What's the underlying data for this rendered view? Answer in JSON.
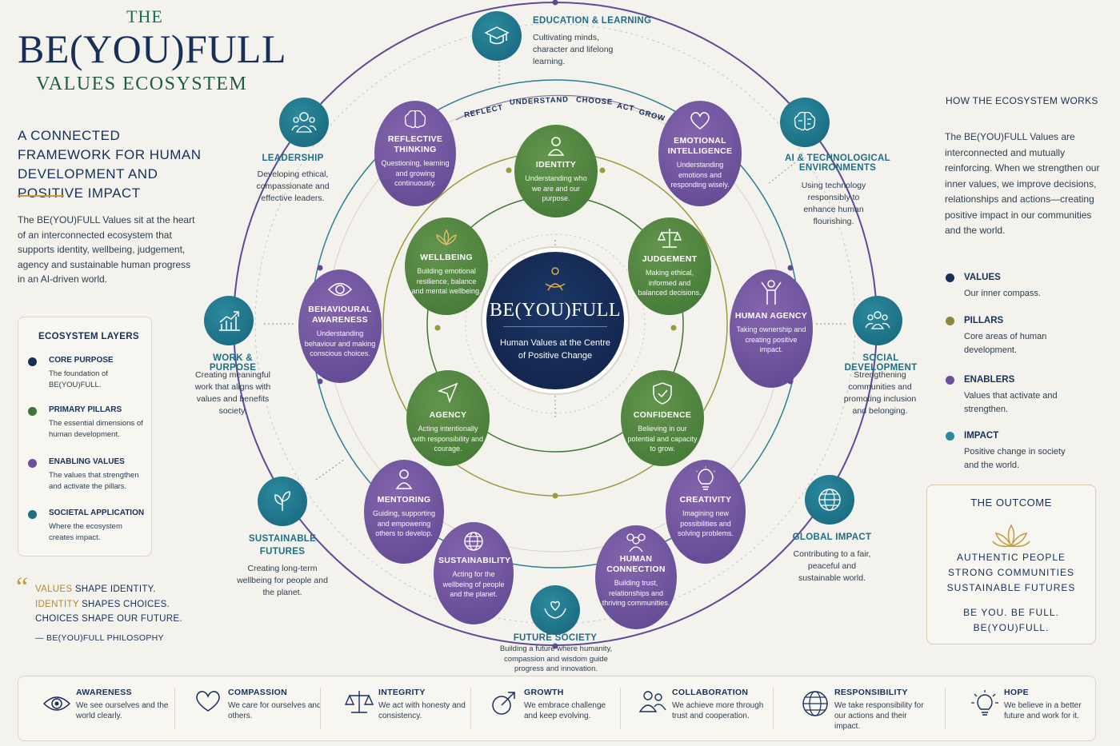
{
  "header": {
    "the": "THE",
    "title": "BE(YOU)FULL",
    "subtitle": "VALUES ECOSYSTEM",
    "framework": "A CONNECTED FRAMEWORK FOR HUMAN DEVELOPMENT AND POSITIVE IMPACT",
    "intro": "The BE(YOU)FULL Values sit at the heart of an interconnected ecosystem that supports identity, wellbeing, judgement, agency and sustainable human progress in an AI-driven world."
  },
  "layers": {
    "title": "ECOSYSTEM LAYERS",
    "items": [
      {
        "title": "CORE PURPOSE",
        "desc": "The foundation of BE(YOU)FULL.",
        "color": "#16305a"
      },
      {
        "title": "PRIMARY PILLARS",
        "desc": "The essential dimensions of human development.",
        "color": "#3f7533"
      },
      {
        "title": "ENABLING VALUES",
        "desc": "The values that strengthen and activate the pillars.",
        "color": "#6b4f9b"
      },
      {
        "title": "SOCIETAL APPLICATION",
        "desc": "Where the ecosystem creates impact.",
        "color": "#1e6f86"
      }
    ]
  },
  "quote": {
    "w1": "VALUES",
    "r1": " SHAPE IDENTITY.",
    "w2": "IDENTITY",
    "r2": " SHAPES CHOICES.",
    "line3": "CHOICES SHAPE OUR FUTURE.",
    "attribution": "— BE(YOU)FULL PHILOSOPHY"
  },
  "center": {
    "title": "BE(YOU)FULL",
    "subtitle": "Human Values at the Centre of Positive Change"
  },
  "cycle": [
    "REFLECT",
    "UNDERSTAND",
    "CHOOSE",
    "ACT",
    "GROW"
  ],
  "pillars": {
    "identity": {
      "title": "IDENTITY",
      "desc": "Understanding who we are and our purpose."
    },
    "wellbeing": {
      "title": "WELLBEING",
      "desc": "Building emotional resilience, balance and mental wellbeing."
    },
    "judgement": {
      "title": "JUDGEMENT",
      "desc": "Making ethical, informed and balanced decisions."
    },
    "agency": {
      "title": "AGENCY",
      "desc": "Acting intentionally with responsibility and courage."
    },
    "confidence": {
      "title": "CONFIDENCE",
      "desc": "Believing in our potential and capacity to grow."
    }
  },
  "enablers": {
    "reflective": {
      "title": "REFLECTIVE THINKING",
      "desc": "Questioning, learning and growing continuously."
    },
    "emotional": {
      "title": "EMOTIONAL INTELLIGENCE",
      "desc": "Understanding emotions and responding wisely."
    },
    "behavioural": {
      "title": "BEHAVIOURAL AWARENESS",
      "desc": "Understanding behaviour and making conscious choices."
    },
    "humanagency": {
      "title": "HUMAN AGENCY",
      "desc": "Taking ownership and creating positive impact."
    },
    "mentoring": {
      "title": "MENTORING",
      "desc": "Guiding, supporting and empowering others to develop."
    },
    "creativity": {
      "title": "CREATIVITY",
      "desc": "Imagining new possibilities and solving problems."
    },
    "sustainability": {
      "title": "SUSTAINABILITY",
      "desc": "Acting for the wellbeing of people and the planet."
    },
    "connection": {
      "title": "HUMAN CONNECTION",
      "desc": "Building trust, relationships and thriving communities."
    }
  },
  "societal": {
    "education": {
      "title": "EDUCATION & LEARNING",
      "desc": "Cultivating minds, character and lifelong learning."
    },
    "leadership": {
      "title": "LEADERSHIP",
      "desc": "Developing ethical, compassionate and effective leaders."
    },
    "ai": {
      "title": "AI & TECHNOLOGICAL ENVIRONMENTS",
      "desc": "Using technology responsibly to enhance human flourishing."
    },
    "work": {
      "title": "WORK & PURPOSE",
      "desc": "Creating meaningful work that aligns with values and benefits society."
    },
    "social": {
      "title": "SOCIAL DEVELOPMENT",
      "desc": "Strengthening communities and promoting inclusion and belonging."
    },
    "sustainable": {
      "title": "SUSTAINABLE FUTURES",
      "desc": "Creating long-term wellbeing for people and the planet."
    },
    "global": {
      "title": "GLOBAL IMPACT",
      "desc": "Contributing to a fair, peaceful and sustainable world."
    },
    "future": {
      "title": "FUTURE SOCIETY",
      "desc": "Building a future where humanity, compassion and wisdom guide progress and innovation."
    }
  },
  "how": {
    "title": "HOW THE ECOSYSTEM WORKS",
    "text": "The BE(YOU)FULL Values are interconnected and mutually reinforcing. When we strengthen our inner values, we improve decisions, relationships and actions—creating positive impact in our communities and the world.",
    "legend": [
      {
        "title": "VALUES",
        "desc": "Our inner compass.",
        "color": "#16305a"
      },
      {
        "title": "PILLARS",
        "desc": "Core areas of human development.",
        "color": "#8c8a3a"
      },
      {
        "title": "ENABLERS",
        "desc": "Values that activate and strengthen.",
        "color": "#6b4f9b"
      },
      {
        "title": "IMPACT",
        "desc": "Positive change in society and the world.",
        "color": "#2b8a9e"
      }
    ]
  },
  "outcome": {
    "title": "THE OUTCOME",
    "l1": "AUTHENTIC PEOPLE",
    "l2": "STRONG COMMUNITIES",
    "l3": "SUSTAINABLE FUTURES",
    "b1": "BE YOU. BE FULL.",
    "b2": "BE(YOU)FULL."
  },
  "values": [
    {
      "title": "AWARENESS",
      "desc": "We see ourselves and the world clearly.",
      "icon": "eye-icon"
    },
    {
      "title": "COMPASSION",
      "desc": "We care for ourselves and others.",
      "icon": "heart-icon"
    },
    {
      "title": "INTEGRITY",
      "desc": "We act with honesty and consistency.",
      "icon": "scales-icon"
    },
    {
      "title": "GROWTH",
      "desc": "We embrace challenge and keep evolving.",
      "icon": "growth-arrow-icon"
    },
    {
      "title": "COLLABORATION",
      "desc": "We achieve more through trust and cooperation.",
      "icon": "people-icon"
    },
    {
      "title": "RESPONSIBILITY",
      "desc": "We take responsibility for our actions and their impact.",
      "icon": "globe-icon"
    },
    {
      "title": "HOPE",
      "desc": "We believe in a better future and work for it.",
      "icon": "lightbulb-icon"
    }
  ]
}
